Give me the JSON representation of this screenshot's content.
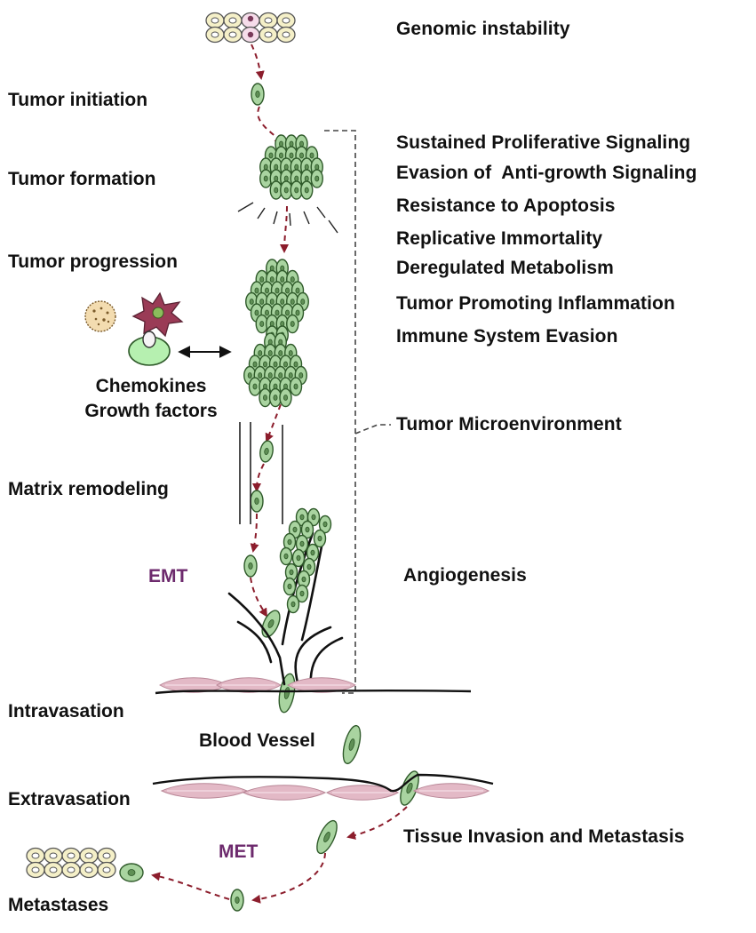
{
  "stage_labels": {
    "initiation": "Tumor initiation",
    "formation": "Tumor formation",
    "progression": "Tumor progression",
    "matrix": "Matrix remodeling",
    "intravasation": "Intravasation",
    "extravasation": "Extravasation",
    "metastases": "Metastases"
  },
  "process_labels": {
    "emt": "EMT",
    "met": "MET",
    "blood_vessel": "Blood Vessel",
    "chemokines": "Chemokines",
    "growth_factors": "Growth factors"
  },
  "hallmarks": {
    "genomic": "Genomic instability",
    "list": [
      "Sustained Proliferative Signaling",
      "Evasion of  Anti-growth Signaling",
      "Resistance to Apoptosis",
      "Replicative Immortality",
      "Deregulated Metabolism",
      "Tumor Promoting Inflammation",
      "Immune System Evasion"
    ],
    "microenvironment": "Tumor Microenvironment",
    "angiogenesis": "Angiogenesis",
    "invasion": "Tissue Invasion and Metastasis"
  },
  "colors": {
    "cell_fill": "#a9d4a0",
    "cell_stroke": "#2f5a2a",
    "normal_cell_fill": "#f5f0c8",
    "arrow": "#8c1d2c",
    "endothelial": "#e3b9c6",
    "accent": "#6d2a6d"
  }
}
